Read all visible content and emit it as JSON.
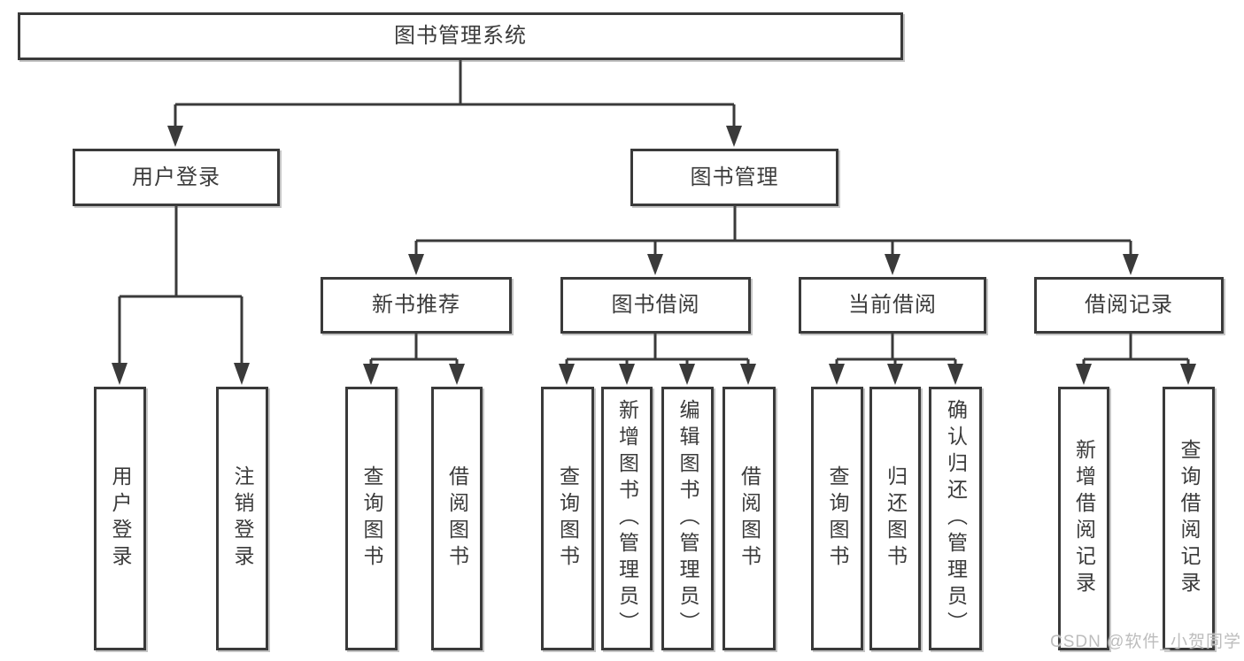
{
  "diagram": {
    "nodes": {
      "root": "图书管理系统",
      "user_login": "用户登录",
      "book_mgmt": "图书管理",
      "new_book_rec": "新书推荐",
      "book_borrow": "图书借阅",
      "current_borrow": "当前借阅",
      "borrow_records": "借阅记录",
      "ul_login": "用户登录",
      "ul_logout": "注销登录",
      "nb_query": "查询图书",
      "nb_borrow": "借阅图书",
      "bb_query": "查询图书",
      "bb_add": "新增图书（管理员）",
      "bb_edit": "编辑图书（管理员）",
      "bb_borrow": "借阅图书",
      "cb_query": "查询图书",
      "cb_return": "归还图书",
      "cb_confirm": "确认归还（管理员）",
      "br_add": "新增借阅记录",
      "br_query": "查询借阅记录"
    }
  },
  "watermark": {
    "text": "CSDN @软件_小贺同学"
  },
  "colors": {
    "line": "#3a3a3a",
    "text": "#3b3b3b",
    "watermark": "#bdbdbd",
    "background": "#ffffff"
  }
}
